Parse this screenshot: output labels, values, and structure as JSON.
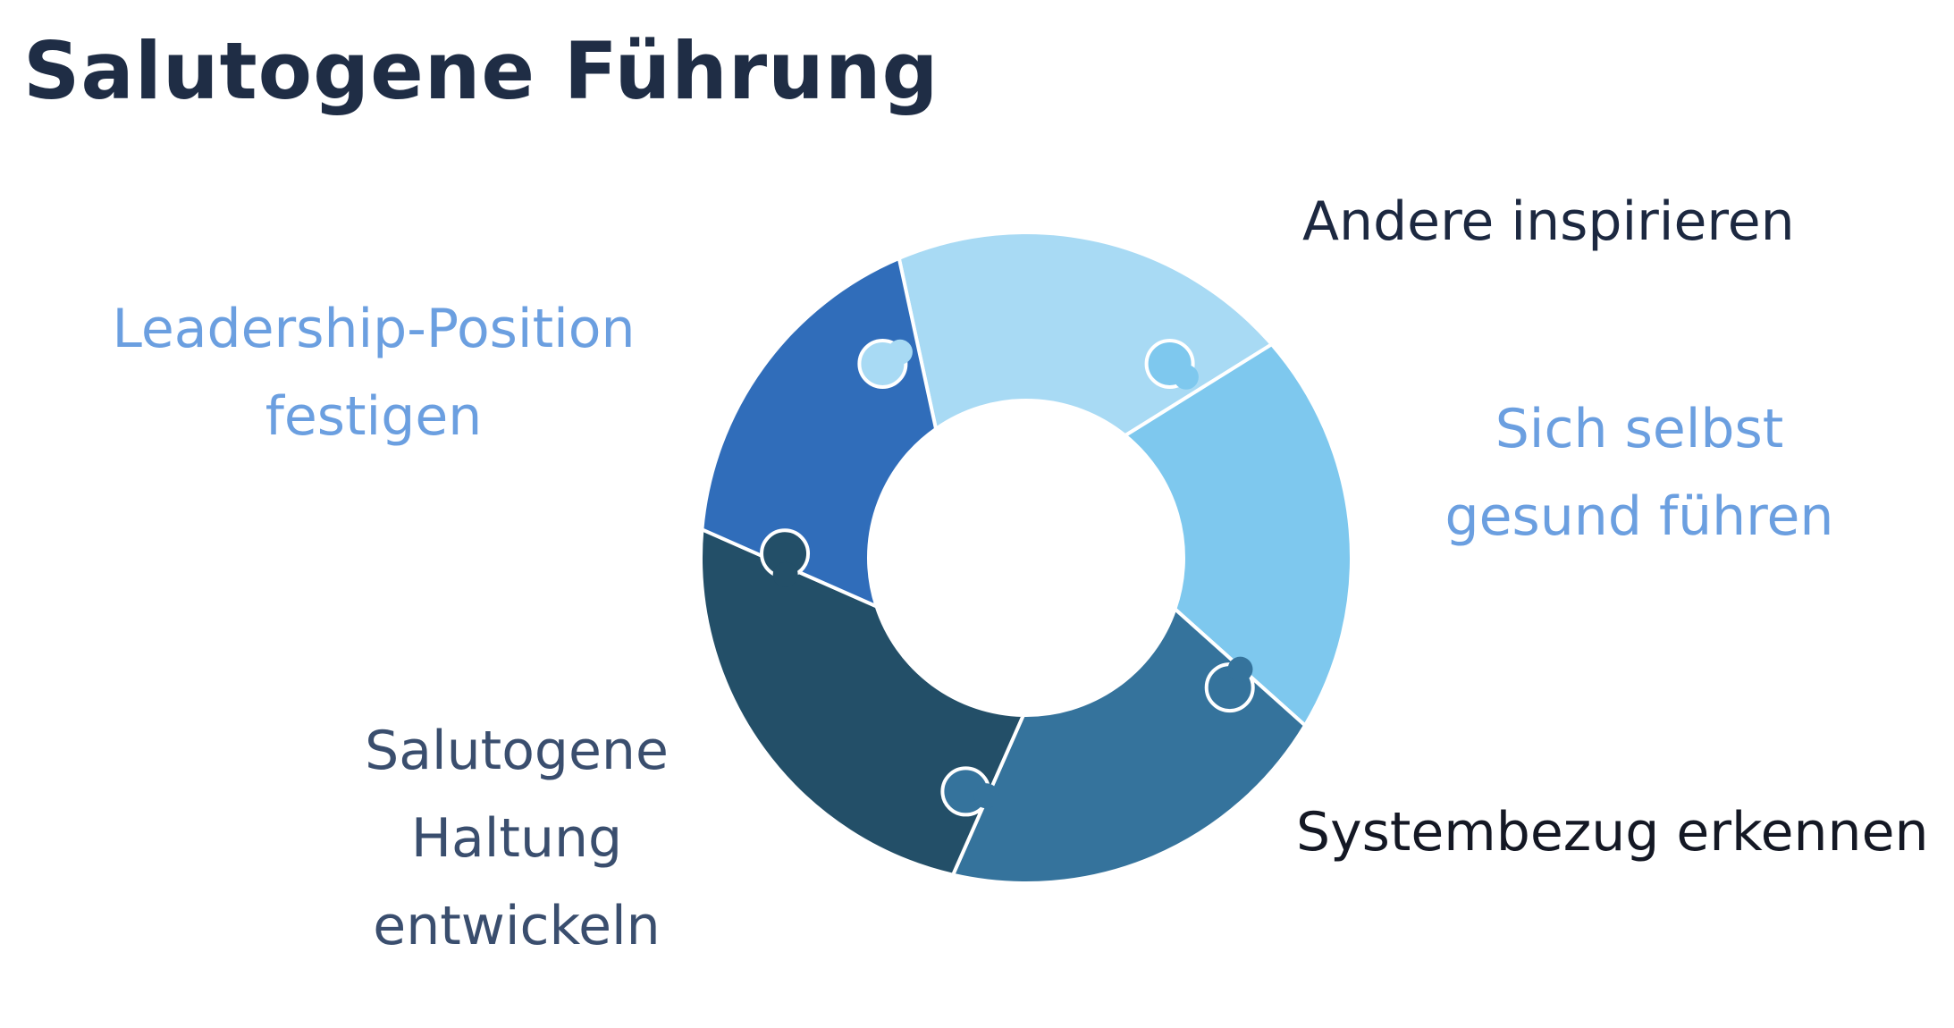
{
  "title": "Salutogene Führung",
  "colors": {
    "light": "#a8daf4",
    "sky": "#7ec8ee",
    "steel": "#35739c",
    "navy": "#234f68",
    "blue": "#306dba"
  },
  "labels": {
    "andere": [
      "Andere inspirieren"
    ],
    "leadership": [
      "Leadership-Position",
      "festigen"
    ],
    "sich": [
      "Sich selbst",
      "gesund führen"
    ],
    "system": [
      "Systembezug erkennen"
    ],
    "haltung": [
      "Salutogene",
      "Haltung",
      "entwickeln"
    ]
  }
}
